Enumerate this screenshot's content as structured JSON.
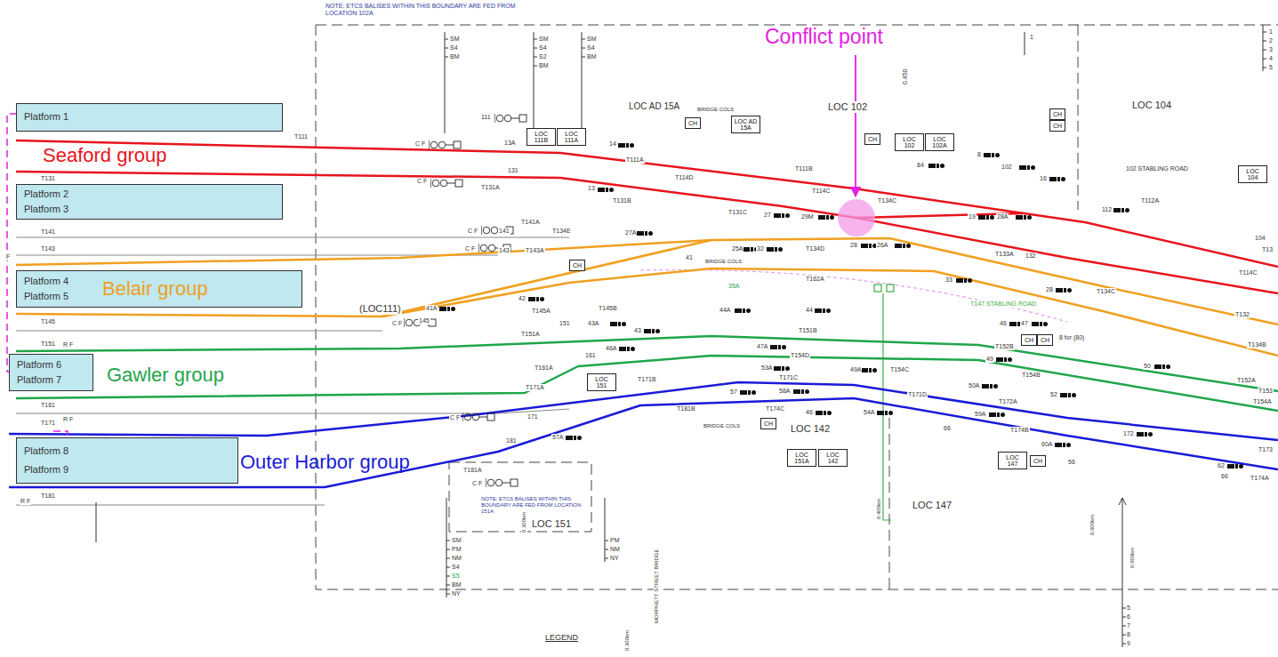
{
  "diagram": {
    "nodes": [
      {
        "text": [
          "Platform 1"
        ]
      },
      {
        "text": [
          "Platform 2",
          "Platform 3"
        ]
      },
      {
        "text": [
          "Platform 4",
          "Platform 5"
        ]
      },
      {
        "text": [
          "Platform 6",
          "Platform 7"
        ]
      },
      {
        "text": [
          "Platform 8",
          "Platform 9"
        ]
      },
      {
        "text": [
          "LOC 111B"
        ]
      },
      {
        "text": [
          "LOC 111A"
        ]
      },
      {
        "text": [
          "CH"
        ]
      },
      {
        "text": [
          "LOC AD 15A"
        ]
      },
      {
        "text": [
          "CH"
        ]
      },
      {
        "text": [
          "LOC 102"
        ]
      },
      {
        "text": [
          "LOC 102A"
        ]
      },
      {
        "text": [
          "CH"
        ]
      },
      {
        "text": [
          "CH"
        ]
      },
      {
        "text": [
          "LOC 104"
        ]
      },
      {
        "text": [
          "CH"
        ]
      },
      {
        "text": [
          "CH"
        ]
      },
      {
        "text": [
          "CH"
        ]
      },
      {
        "text": [
          "LOC 151"
        ]
      },
      {
        "text": [
          "CH"
        ]
      },
      {
        "text": [
          "LOC 151A"
        ]
      },
      {
        "text": [
          "LOC 142"
        ]
      },
      {
        "text": [
          "LOC 147"
        ]
      },
      {
        "text": [
          "CH"
        ]
      }
    ],
    "labels": [
      "NOTE: ETCS BALISES WITHIN THIS BOUNDARY ARE FED FROM LOCATION 102A",
      "Conflict point",
      "Seaford group",
      "Belair group",
      "Gawler group",
      "Outer Harbor group",
      "SM",
      "S4",
      "BM",
      "SM",
      "S4",
      "S2",
      "BM",
      "SM",
      "S4",
      "BM",
      "1",
      "2",
      "3",
      "4",
      "5",
      "1",
      "0.450",
      "LOC AD 15A",
      "BRIDGE COLS",
      "LOC 102",
      "LOC 104",
      "111",
      "13A",
      "14",
      "T111A",
      "T114D",
      "T111B",
      "T114C",
      "84",
      "8",
      "102",
      "16",
      "102 STABLING ROAD",
      "T112A",
      "112",
      "104",
      "T13",
      "T114C",
      "131",
      "T131A",
      "13",
      "T131B",
      "T131C",
      "27",
      "29M",
      "19",
      "28A",
      "T134C",
      "141",
      "T141A",
      "T134E",
      "27A",
      "143",
      "T143A",
      "25A",
      "32",
      "41",
      "T134D",
      "28",
      "26A",
      "T133A",
      "132",
      "33",
      "28",
      "T134C",
      "T132",
      "T134B",
      "BRIDGE COLS",
      "(LOC111)",
      "145",
      "41A",
      "42",
      "T145A",
      "T145B",
      "44A",
      "35A",
      "T162A",
      "T147 STABLING ROAD",
      "44",
      "151",
      "43A",
      "T151A",
      "43",
      "T151B",
      "46",
      "47",
      "T152B",
      "8 for (80)",
      "49",
      "50",
      "T152A",
      "T153",
      "T154A",
      "161",
      "T161A",
      "46A",
      "47A",
      "T154D",
      "49A",
      "T154C",
      "50A",
      "52",
      "T154B",
      "T172A",
      "171",
      "T171A",
      "T171B",
      "53A",
      "T171C",
      "T171D",
      "57",
      "58A",
      "T181B",
      "T174C",
      "BRIDGE COLS",
      "46",
      "54A",
      "LOC 142",
      "59A",
      "66",
      "T174B",
      "172",
      "T173",
      "60A",
      "56",
      "62",
      "66",
      "T174A",
      "T181A",
      "181",
      "57A",
      "NOTE: ETCS BALISES WITHIN THIS BOUNDARY ARE FED FROM LOCATION 151A",
      "LOC 151",
      "LOC 147",
      "0.300km",
      "0.400km",
      "0.600km",
      "0.650km",
      "SM",
      "PM",
      "NM",
      "S4",
      "S5",
      "BM",
      "NY",
      "PM",
      "NM",
      "NY",
      "MORPHETT STREET BRIDGE",
      "0.300km",
      "LEGEND",
      "5",
      "6",
      "7",
      "8",
      "9",
      "T111",
      "T131",
      "T141",
      "T143",
      "T145",
      "T151",
      "T161",
      "T171",
      "T181",
      "C F",
      "C F",
      "C F",
      "C F",
      "C F",
      "C F",
      "C F",
      "R F",
      "R F",
      "R F",
      "F"
    ]
  }
}
